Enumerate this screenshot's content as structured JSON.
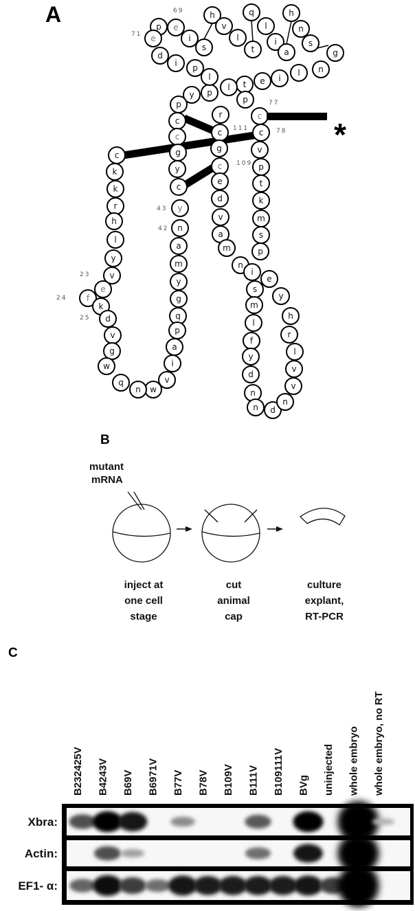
{
  "panels": {
    "A": {
      "label": "A",
      "asterisk": "*",
      "residue_numbers": [
        "69",
        "71",
        "77",
        "78",
        "111",
        "109",
        "43",
        "42",
        "23",
        "24",
        "25"
      ],
      "residues": [
        {
          "l": "p"
        },
        {
          "l": "e",
          "gray": true
        },
        {
          "l": "i"
        },
        {
          "l": "s"
        },
        {
          "l": "h"
        },
        {
          "l": "v"
        },
        {
          "l": "l"
        },
        {
          "l": "t"
        },
        {
          "l": "q"
        },
        {
          "l": "l"
        },
        {
          "l": "i"
        },
        {
          "l": "a"
        },
        {
          "l": "h"
        },
        {
          "l": "n"
        },
        {
          "l": "s"
        },
        {
          "l": "g"
        },
        {
          "l": "n"
        },
        {
          "l": "l"
        },
        {
          "l": "i"
        },
        {
          "l": "e"
        },
        {
          "l": "t"
        },
        {
          "l": "l"
        },
        {
          "l": "p"
        },
        {
          "l": "y"
        },
        {
          "l": "p"
        },
        {
          "l": "p"
        },
        {
          "l": "e",
          "gray": true
        },
        {
          "l": "d"
        },
        {
          "l": "i"
        },
        {
          "l": "p"
        },
        {
          "l": "l"
        },
        {
          "l": "c"
        },
        {
          "l": "c",
          "gray": true
        },
        {
          "l": "g"
        },
        {
          "l": "y"
        },
        {
          "l": "c"
        },
        {
          "l": "y",
          "gray": true
        },
        {
          "l": "n"
        },
        {
          "l": "a"
        },
        {
          "l": "m"
        },
        {
          "l": "y"
        },
        {
          "l": "g"
        },
        {
          "l": "q"
        },
        {
          "l": "p"
        },
        {
          "l": "a"
        },
        {
          "l": "i"
        },
        {
          "l": "v"
        },
        {
          "l": "w"
        },
        {
          "l": "n"
        },
        {
          "l": "q"
        },
        {
          "l": "c"
        },
        {
          "l": "k"
        },
        {
          "l": "k"
        },
        {
          "l": "r"
        },
        {
          "l": "h"
        },
        {
          "l": "l"
        },
        {
          "l": "y"
        },
        {
          "l": "v"
        },
        {
          "l": "e",
          "gray": true
        },
        {
          "l": "f",
          "gray": true
        },
        {
          "l": "k"
        },
        {
          "l": "d"
        },
        {
          "l": "v"
        },
        {
          "l": "g"
        },
        {
          "l": "w"
        },
        {
          "l": "r"
        },
        {
          "l": "c"
        },
        {
          "l": "g"
        },
        {
          "l": "c",
          "gray": true
        },
        {
          "l": "e"
        },
        {
          "l": "d"
        },
        {
          "l": "v"
        },
        {
          "l": "a"
        },
        {
          "l": "m"
        },
        {
          "l": "n"
        },
        {
          "l": "i"
        },
        {
          "l": "s"
        },
        {
          "l": "m"
        },
        {
          "l": "l"
        },
        {
          "l": "f"
        },
        {
          "l": "y"
        },
        {
          "l": "d"
        },
        {
          "l": "n"
        },
        {
          "l": "n"
        },
        {
          "l": "d"
        },
        {
          "l": "n"
        },
        {
          "l": "v"
        },
        {
          "l": "v"
        },
        {
          "l": "l"
        },
        {
          "l": "r"
        },
        {
          "l": "h"
        },
        {
          "l": "y"
        },
        {
          "l": "e"
        },
        {
          "l": "c",
          "gray": true
        },
        {
          "l": "c"
        },
        {
          "l": "v"
        },
        {
          "l": "p"
        },
        {
          "l": "t"
        },
        {
          "l": "k"
        },
        {
          "l": "m"
        },
        {
          "l": "s"
        },
        {
          "l": "p"
        }
      ]
    },
    "B": {
      "label": "B",
      "injection_label": [
        "mutant",
        "mRNA"
      ],
      "steps": [
        {
          "lines": [
            "inject at",
            "one cell",
            "stage"
          ]
        },
        {
          "lines": [
            "cut",
            "animal",
            "cap"
          ]
        },
        {
          "lines": [
            "culture",
            "explant,",
            "RT-PCR"
          ]
        }
      ]
    },
    "C": {
      "label": "C",
      "lanes": [
        "B232425V",
        "B4243V",
        "B69V",
        "B6971V",
        "B77V",
        "B78V",
        "B109V",
        "B111V",
        "B109111V",
        "BVg",
        "uninjected",
        "whole embryo",
        "whole embryo, no RT"
      ],
      "rows": [
        {
          "label": "Xbra:",
          "intensity": [
            0.6,
            1.0,
            0.9,
            0,
            0.3,
            0,
            0,
            0.55,
            0,
            1.0,
            0,
            1.0,
            0.1
          ]
        },
        {
          "label": "Actin:",
          "intensity": [
            0,
            0.6,
            0.2,
            0,
            0,
            0,
            0,
            0.45,
            0,
            0.9,
            0,
            1.0,
            0
          ]
        },
        {
          "label": "EF1- α:",
          "intensity": [
            0.5,
            0.95,
            0.7,
            0.45,
            0.9,
            0.85,
            0.85,
            0.85,
            0.85,
            0.9,
            0.7,
            1.0,
            0
          ]
        }
      ]
    }
  }
}
